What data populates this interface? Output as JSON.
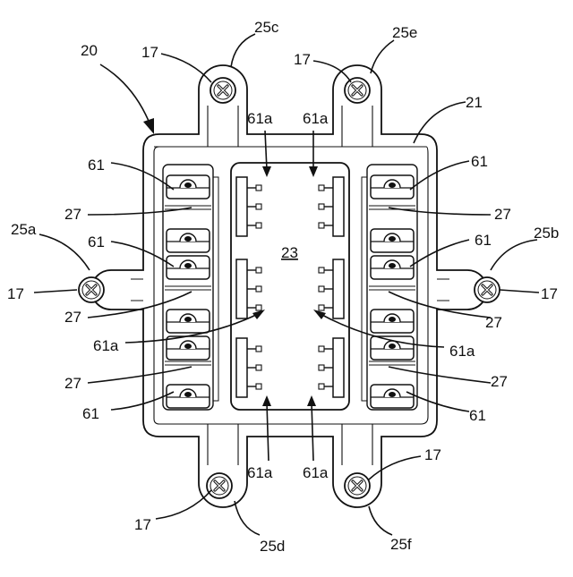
{
  "diagram": {
    "labels": {
      "main_assembly": "20",
      "housing": "21",
      "center_region": "23",
      "mount_a": "25a",
      "mount_b": "25b",
      "mount_c": "25c",
      "mount_d": "25d",
      "mount_e": "25e",
      "mount_f": "25f",
      "screw": "17",
      "module": "61",
      "terminal": "61a",
      "separator": "27"
    }
  }
}
